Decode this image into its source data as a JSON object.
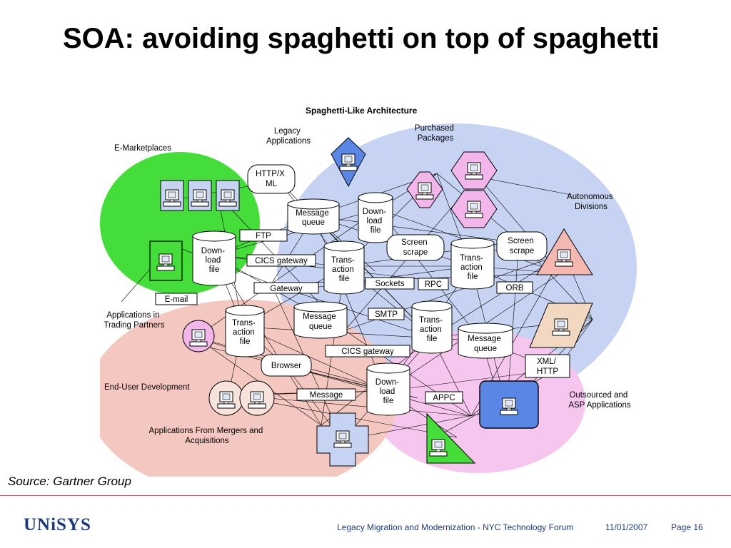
{
  "slide": {
    "title": "SOA: avoiding spaghetti on top of spaghetti",
    "source": "Source: Gartner Group"
  },
  "diagram": {
    "heading": "Spaghetti-Like Architecture",
    "regions": {
      "e_marketplaces": "E-Marketplaces",
      "legacy_applications": [
        "Legacy",
        "Applications"
      ],
      "purchased_packages": [
        "Purchased",
        "Packages"
      ],
      "autonomous_divisions": [
        "Autonomous",
        "Divisions"
      ],
      "trading_partners": [
        "Applications in",
        "Trading Partners"
      ],
      "end_user_development": "End-User Development",
      "mergers": [
        "Applications From Mergers and",
        "Acquisitions"
      ],
      "outsourced": [
        "Outsourced and",
        "ASP Applications"
      ]
    },
    "cylinders": {
      "message_queue_1": [
        "Message",
        "queue"
      ],
      "download_1": [
        "Down-",
        "load",
        "file"
      ],
      "download_2": [
        "Down-",
        "load",
        "file"
      ],
      "transaction_1": [
        "Trans-",
        "action",
        "file"
      ],
      "transaction_2": [
        "Trans-",
        "action",
        "file"
      ],
      "message_queue_2": [
        "Message",
        "queue"
      ],
      "transaction_3": [
        "Trans-",
        "action",
        "file"
      ],
      "transaction_4": [
        "Trans-",
        "action",
        "file"
      ],
      "message_queue_3": [
        "Message",
        "queue"
      ],
      "download_3": [
        "Down-",
        "load",
        "file"
      ]
    },
    "rounded": {
      "http_xml": [
        "HTTP/X",
        "ML"
      ],
      "screen_scrape_1": [
        "Screen",
        "scrape"
      ],
      "screen_scrape_2": [
        "Screen",
        "scrape"
      ],
      "browser": "Browser"
    },
    "boxes": {
      "ftp": "FTP",
      "cics_gateway_1": "CICS gateway",
      "gateway": "Gateway",
      "email": "E-mail",
      "sockets": "Sockets",
      "rpc": "RPC",
      "orb": "ORB",
      "smtp": "SMTP",
      "cics_gateway_2": "CICS gateway",
      "message": "Message",
      "appc": "APPC",
      "xml_http": [
        "XML/",
        "HTTP"
      ]
    },
    "colors": {
      "green_region": "#44dd3a",
      "blue_region": "#c6d3f2",
      "salmon_region": "#f4c8c0",
      "pink_region": "#f6c6ee",
      "blue_node": "#5a86e6",
      "pink_node": "#f2b6ea"
    }
  },
  "footer": {
    "logo": "UNiSYS",
    "text": "Legacy Migration and Modernization - NYC Technology Forum",
    "date": "11/01/2007",
    "page": "Page 16"
  }
}
